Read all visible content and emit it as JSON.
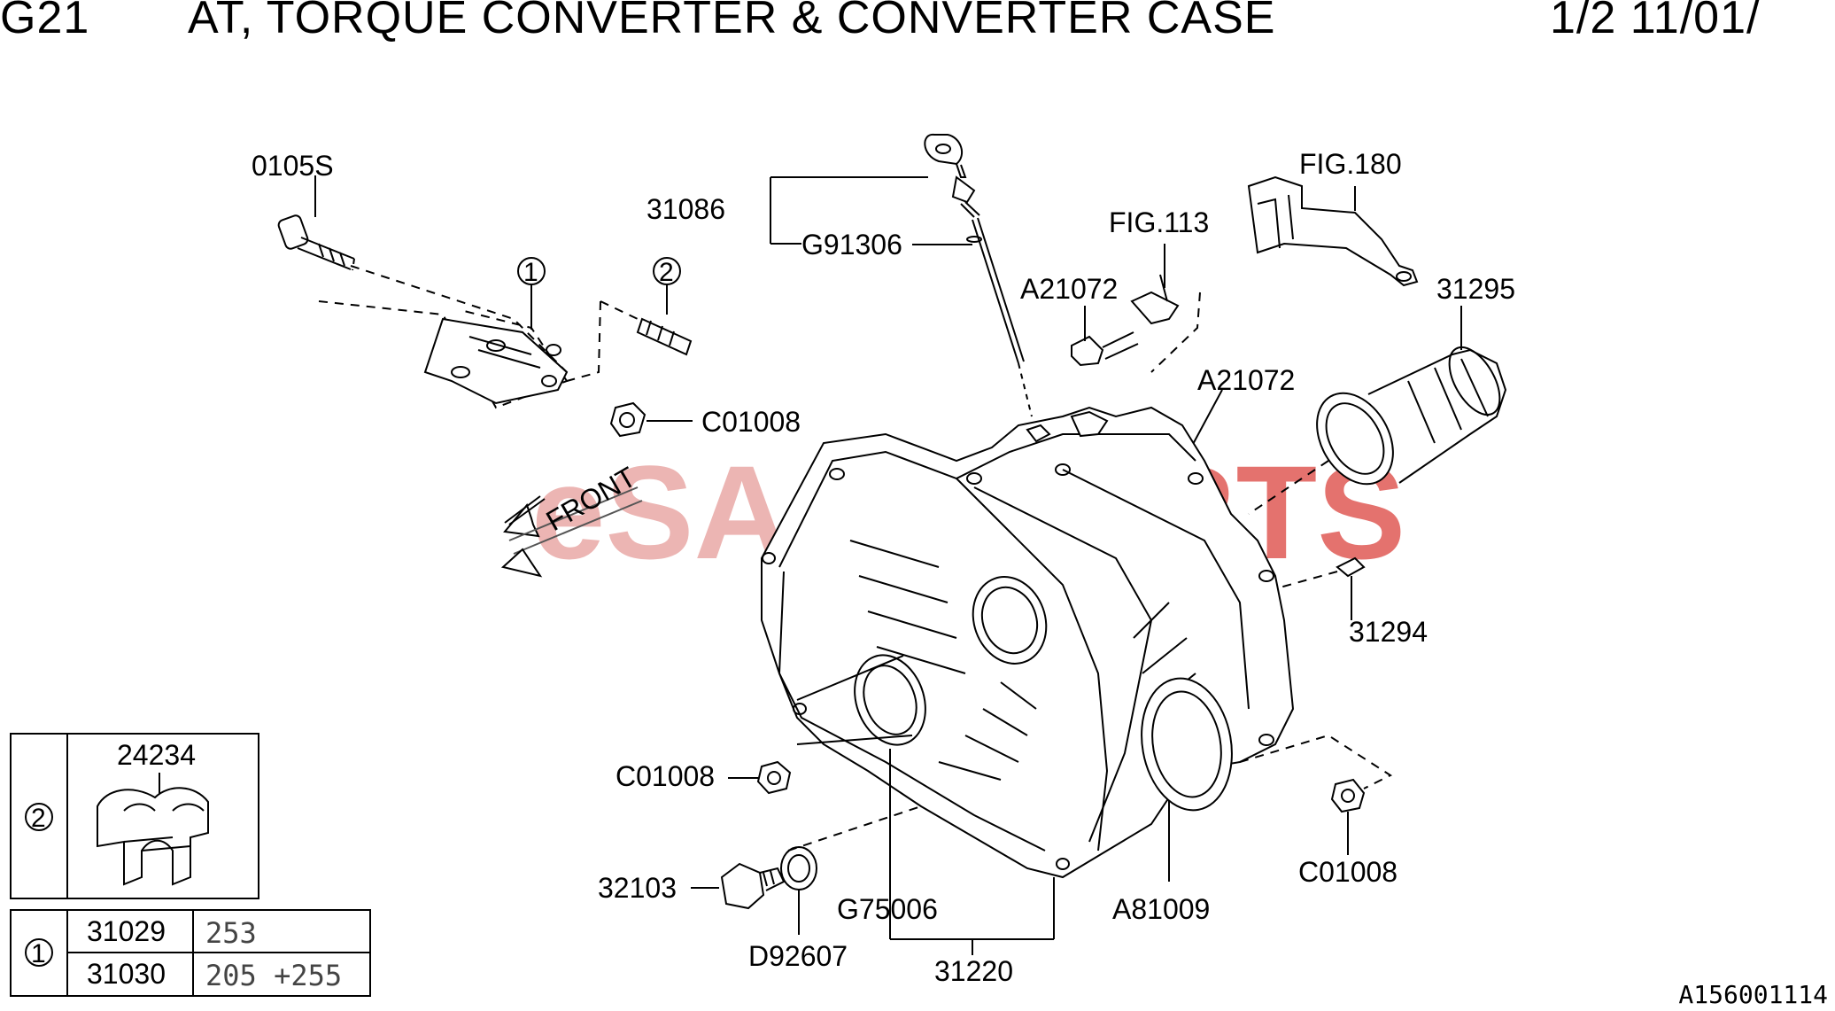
{
  "header": {
    "group": "G21",
    "title": "AT, TORQUE CONVERTER & CONVERTER CASE",
    "page": "1/2 11/01/"
  },
  "callouts": {
    "p0105s": "0105S",
    "p31086": "31086",
    "pG91306": "G91306",
    "pFIG113": "FIG.113",
    "pFIG180": "FIG.180",
    "pA21072a": "A21072",
    "pA21072b": "A21072",
    "p31295": "31295",
    "pC01008a": "C01008",
    "pC01008b": "C01008",
    "pC01008c": "C01008",
    "p31294": "31294",
    "p32103": "32103",
    "pG75006": "G75006",
    "pA81009": "A81009",
    "pD92607": "D92607",
    "p31220": "31220",
    "ref1": "1",
    "ref2": "2"
  },
  "watermark": {
    "text_a": "eSAAB",
    "text_b": "PARTS",
    "front": "FRONT",
    "color_a": "#e9a9a6",
    "color_b": "#e05a55"
  },
  "inset_2": {
    "ref": "2",
    "part": "24234"
  },
  "inset_1": {
    "ref": "1",
    "rows": [
      {
        "part": "31029",
        "code": "253"
      },
      {
        "part": "31030",
        "code": "205 +255"
      }
    ]
  },
  "footer": {
    "code": "A156001114"
  }
}
